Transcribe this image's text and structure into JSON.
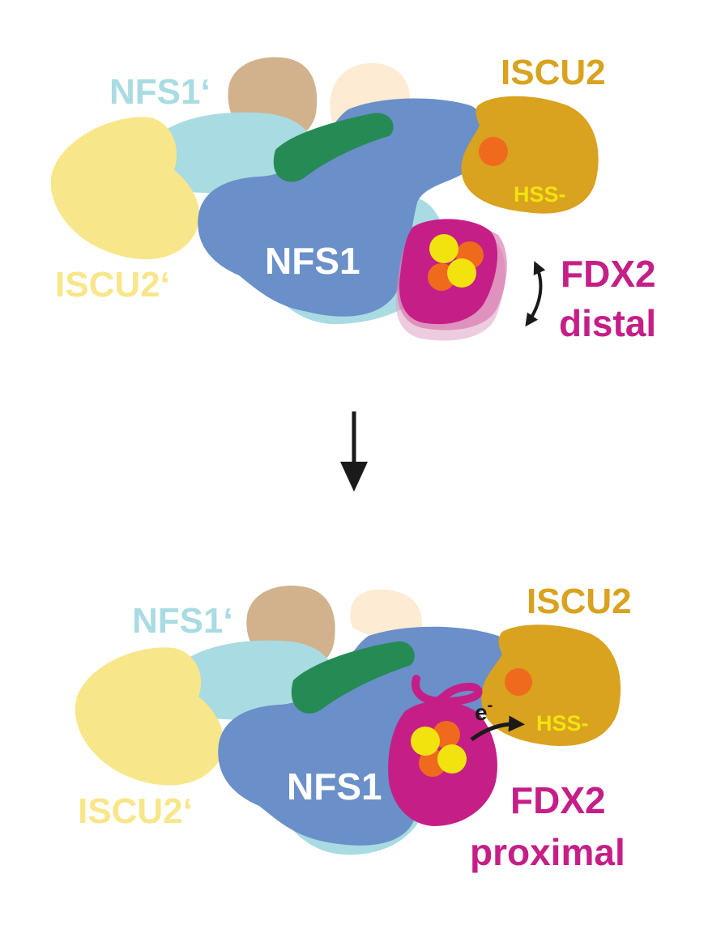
{
  "panels": {
    "top": {
      "labels": {
        "nfs1_prime": "NFS1‘",
        "iscu2": "ISCU2",
        "hss": "HSS-",
        "nfs1": "NFS1",
        "iscu2_prime": "ISCU2‘",
        "fdx2": "FDX2",
        "state": "distal"
      }
    },
    "bottom": {
      "labels": {
        "nfs1_prime": "NFS1‘",
        "iscu2": "ISCU2",
        "hss": "HSS-",
        "nfs1": "NFS1",
        "iscu2_prime": "ISCU2‘",
        "fdx2": "FDX2",
        "state": "proximal",
        "electron": "e",
        "electron_sup": "-"
      }
    }
  },
  "colors": {
    "nfs1": "#6a8fc9",
    "nfs1_prime": "#a9dbe2",
    "iscu2": "#d9a21f",
    "iscu2_prime": "#f8e68a",
    "fdx2": "#c51f87",
    "fdx2_ghost": "#e0a3c4",
    "tan": "#d1b28c",
    "peach": "#fdebd3",
    "green": "#268a55",
    "cluster_iron": "#f06a1e",
    "cluster_sulfur": "#f2e30e",
    "hss_text": "#f2e30e",
    "arrow": "#1a1a1a"
  },
  "icons": [
    "transition-arrow-icon",
    "double-arrow-icon",
    "electron-transfer-arrow-icon"
  ]
}
